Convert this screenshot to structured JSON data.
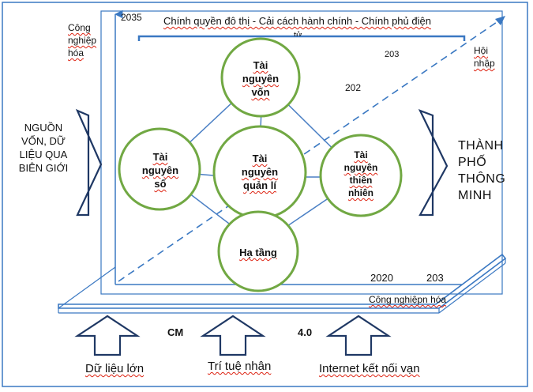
{
  "top_bar": {
    "line1": "Chính quyền đô thị - Cải cách hành chính - Chính phủ điện",
    "line2": "tử"
  },
  "axis": {
    "y_top_year": "2035",
    "y_label": [
      "Công",
      "nghiệp",
      "hóa"
    ],
    "top_right_label": [
      "Hội",
      "nhập"
    ],
    "year_203_top": "203",
    "year_202_mid": "202",
    "year_2020": "2020",
    "year_203_bottom": "203",
    "bottom_right_label": "Công nghiệpn hóa"
  },
  "left_input": [
    "NGUỒN",
    "VỐN, DỮ",
    "LIỆU QUA",
    "BIÊN GIỚI"
  ],
  "output": [
    "THÀNH",
    "PHỐ",
    "THÔNG",
    "MINH"
  ],
  "nodes": {
    "top": [
      "Tài",
      "nguyên",
      "vốn"
    ],
    "left": [
      "Tài",
      "nguyên",
      "số"
    ],
    "center": [
      "Tài",
      "nguyên",
      "quản lí"
    ],
    "right": [
      "Tài",
      "nguyên",
      "thiên",
      "nhiên"
    ],
    "bottom": [
      "Hạ tầng"
    ]
  },
  "platform": {
    "cm_left": "CM",
    "cm_right": "4.0"
  },
  "bottom_labels": {
    "left": "Dữ liệu lớn",
    "middle": "Trí tuệ nhân",
    "right": "Internet kết nối vạn"
  },
  "colors": {
    "outline_blue": "#3a78c2",
    "arrow_navy": "#1f3864",
    "circle_green": "#71a843",
    "spell_red": "#d21"
  }
}
